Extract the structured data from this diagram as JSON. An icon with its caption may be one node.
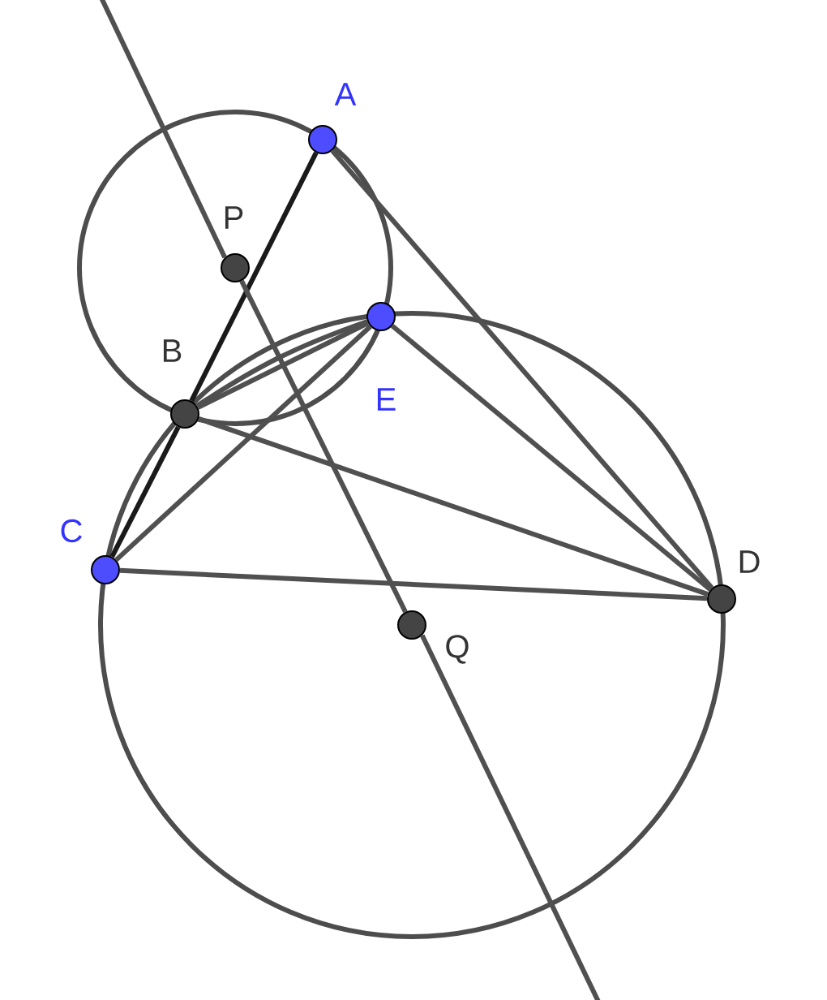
{
  "diagram": {
    "nodes": [
      {
        "text": [
          "A"
        ]
      },
      {
        "text": [
          "B"
        ]
      },
      {
        "text": [
          "C"
        ]
      },
      {
        "text": [
          "D"
        ]
      },
      {
        "text": [
          "E"
        ]
      },
      {
        "text": [
          "P"
        ]
      },
      {
        "text": [
          "Q"
        ]
      }
    ],
    "edges": [
      {
        "from": 0,
        "to": 1,
        "arrow": "none",
        "color": "#1a1a1a"
      },
      {
        "from": 1,
        "to": 2,
        "arrow": "none",
        "color": "#1a1a1a"
      },
      {
        "from": 0,
        "to": 3,
        "arrow": "none"
      },
      {
        "from": 1,
        "to": 3,
        "arrow": "none"
      },
      {
        "from": 2,
        "to": 3,
        "arrow": "none"
      },
      {
        "from": 4,
        "to": 3,
        "arrow": "none"
      },
      {
        "from": 2,
        "to": 4,
        "arrow": "none"
      },
      {
        "from": 1,
        "to": 4,
        "arrow": "none"
      },
      {
        "from": 1,
        "to": 4,
        "arrow": "none"
      },
      {
        "from": 5,
        "to": 6,
        "arrow": "none"
      }
    ]
  }
}
